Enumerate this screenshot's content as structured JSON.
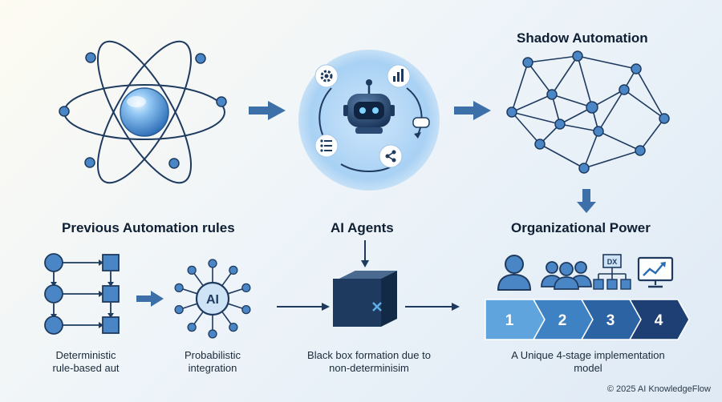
{
  "headings": {
    "shadow_automation": "Shadow Automation",
    "previous_rules": "Previous Automation rules",
    "ai_agents": "AI Agents",
    "organizational_power": "Organizational Power"
  },
  "captions": {
    "deterministic_line1": "Deterministic",
    "deterministic_line2": "rule-based aut",
    "probabilistic_line1": "Probabilistic",
    "probabilistic_line2": "integration",
    "blackbox_line1": "Black box formation due to",
    "blackbox_line2": "non-determinisim",
    "unique_line1": "A Unique 4-stage implementation",
    "unique_line2": "model"
  },
  "ai_hub_label": "AI",
  "dx_label": "DX",
  "stages": [
    "1",
    "2",
    "3",
    "4"
  ],
  "footer": "© 2025 AI KnowledgeFlow",
  "colors": {
    "dark_navy": "#1e3a5f",
    "mid_blue": "#3d6fa8",
    "light_blue": "#5b9bd5",
    "stage_colors": [
      "#5fa4dc",
      "#3f82c4",
      "#2b63a3",
      "#1d3f73"
    ]
  },
  "icons": [
    "atom-icon",
    "robot-icon",
    "gear-icon",
    "bar-chart-icon",
    "list-icon",
    "share-icon",
    "chat-bubble-icon",
    "network-graph-icon",
    "flowchart-icon",
    "ai-hub-icon",
    "black-box-icon",
    "person-icon",
    "group-icon",
    "org-chart-icon",
    "monitor-chart-icon"
  ]
}
